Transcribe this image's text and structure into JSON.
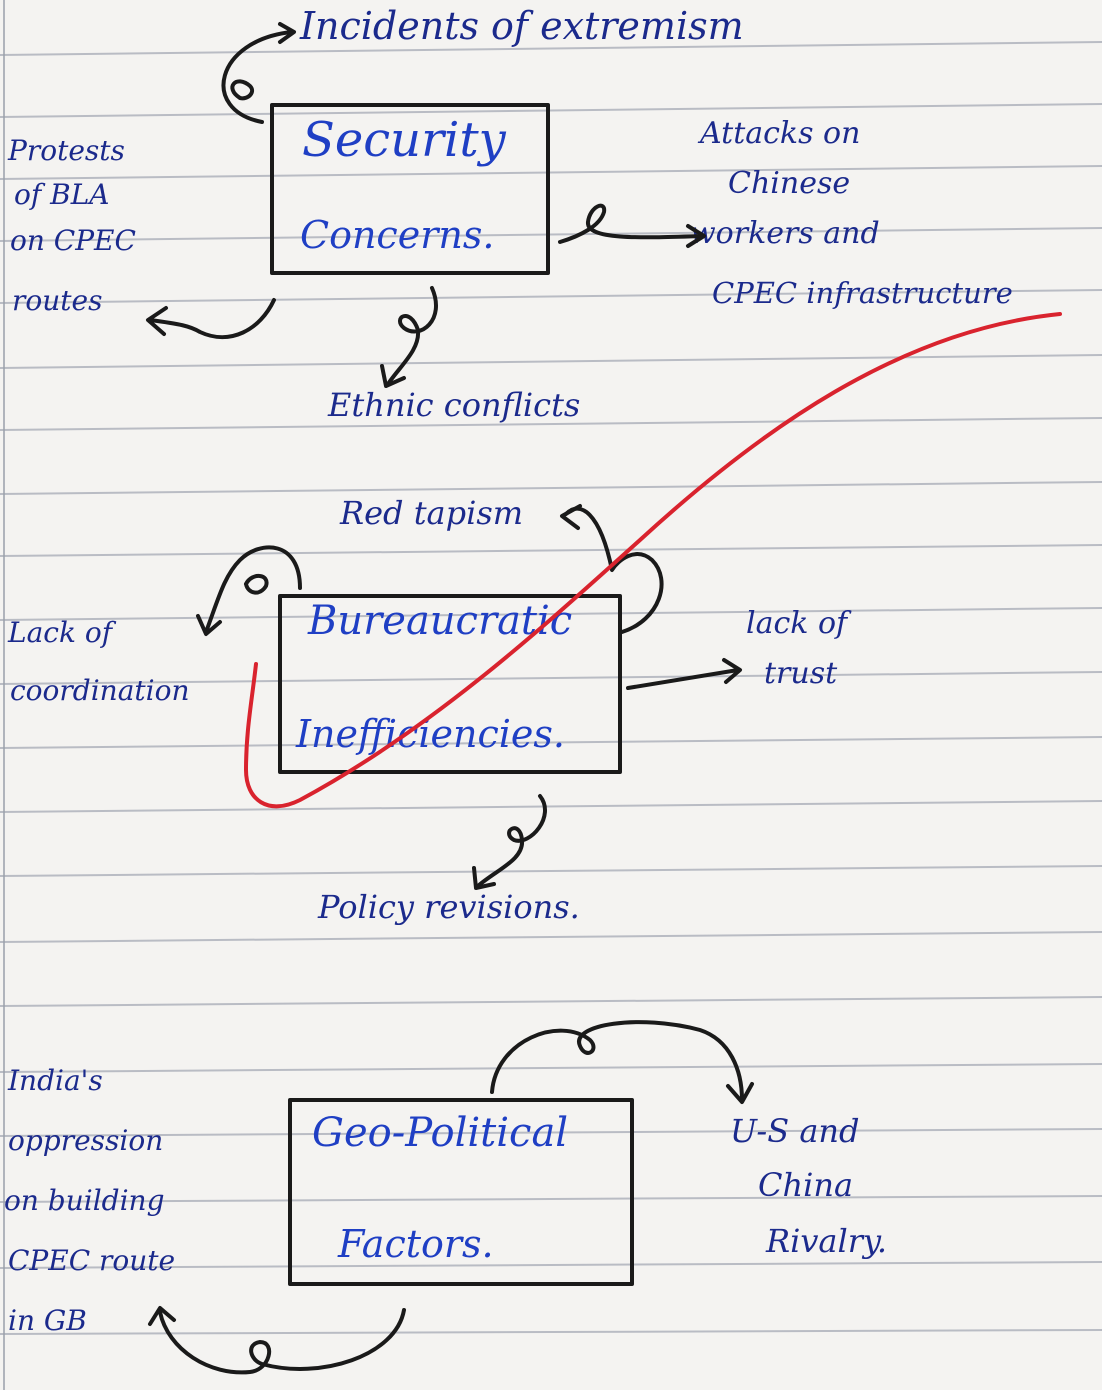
{
  "security": {
    "title_line1": "Security",
    "title_line2": "Concerns.",
    "top": "Incidents of extremism",
    "left": [
      "Protests",
      "of BLA",
      "on CPEC",
      "routes"
    ],
    "right": [
      "Attacks on",
      "Chinese",
      "workers and",
      "CPEC infrastructure"
    ],
    "bottom": "Ethnic conflicts"
  },
  "bureaucratic": {
    "title_line1": "Bureaucratic",
    "title_line2": "Inefficiencies.",
    "top": "Red tapism",
    "left": [
      "Lack of",
      "coordination"
    ],
    "right": [
      "lack of",
      "trust"
    ],
    "bottom": "Policy revisions."
  },
  "geopolitical": {
    "title_line1": "Geo-Political",
    "title_line2": "Factors.",
    "left": [
      "India's",
      "oppression",
      "on building",
      "CPEC route",
      "in GB"
    ],
    "right": [
      "U-S and",
      "China",
      "Rivalry."
    ]
  },
  "colors": {
    "ink": "#1b2a8c",
    "title": "#1f3fc4",
    "box": "#1a1a1a",
    "red_mark": "#d9232e",
    "rule": "#b9bcc4"
  }
}
